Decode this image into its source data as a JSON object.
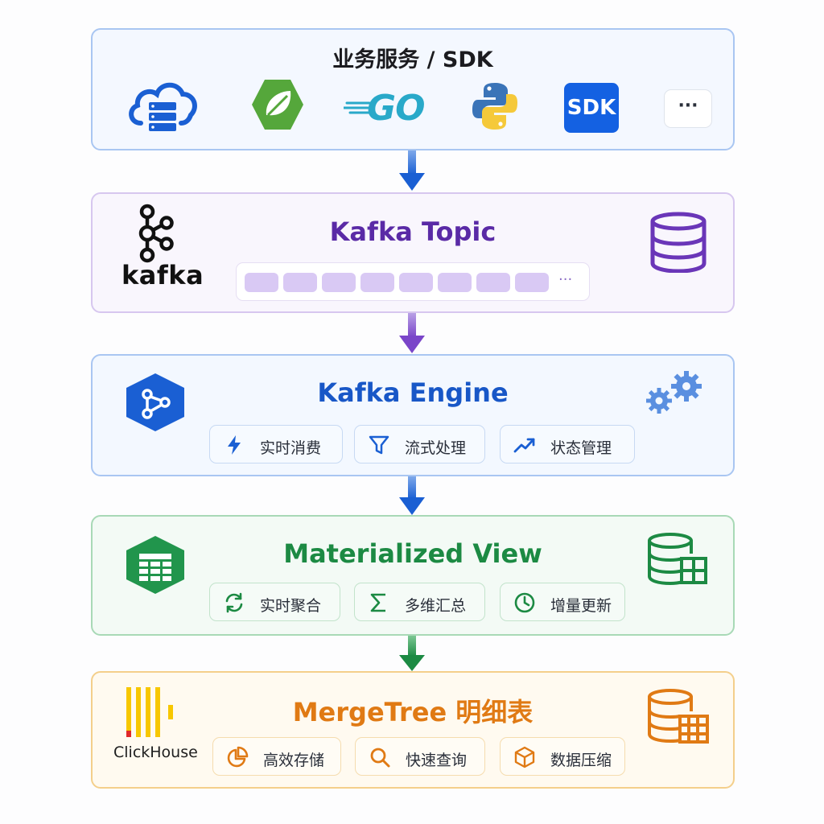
{
  "layers": {
    "sdk": {
      "title": "业务服务 / SDK",
      "sdk_label": "SDK",
      "go_label": "GO",
      "more_label": "···",
      "icons": [
        "cloud-server-icon",
        "spring-icon",
        "go-icon",
        "python-icon",
        "sdk-icon",
        "more-icon"
      ]
    },
    "topic": {
      "title": "Kafka Topic",
      "logo_text": "kafka",
      "queue_more": "···",
      "icons": [
        "kafka-icon",
        "database-icon"
      ]
    },
    "engine": {
      "title": "Kafka Engine",
      "chips": [
        "实时消费",
        "流式处理",
        "状态管理"
      ],
      "icons": [
        "engine-hexagon-icon",
        "gears-icon",
        "lightning-icon",
        "filter-icon",
        "trend-icon"
      ]
    },
    "mv": {
      "title": "Materialized View",
      "chips": [
        "实时聚合",
        "多维汇总",
        "增量更新"
      ],
      "icons": [
        "table-hexagon-icon",
        "database-table-icon",
        "refresh-icon",
        "sigma-icon",
        "clock-icon"
      ]
    },
    "mergetree": {
      "title": "MergeTree 明细表",
      "logo_text": "ClickHouse",
      "chips": [
        "高效存储",
        "快速查询",
        "数据压缩"
      ],
      "icons": [
        "clickhouse-icon",
        "database-table-icon",
        "pie-icon",
        "search-icon",
        "cube-icon"
      ]
    }
  },
  "colors": {
    "blue": "#1857c7",
    "purple": "#5a2aa6",
    "green": "#1c8a43",
    "orange": "#e07a14"
  }
}
